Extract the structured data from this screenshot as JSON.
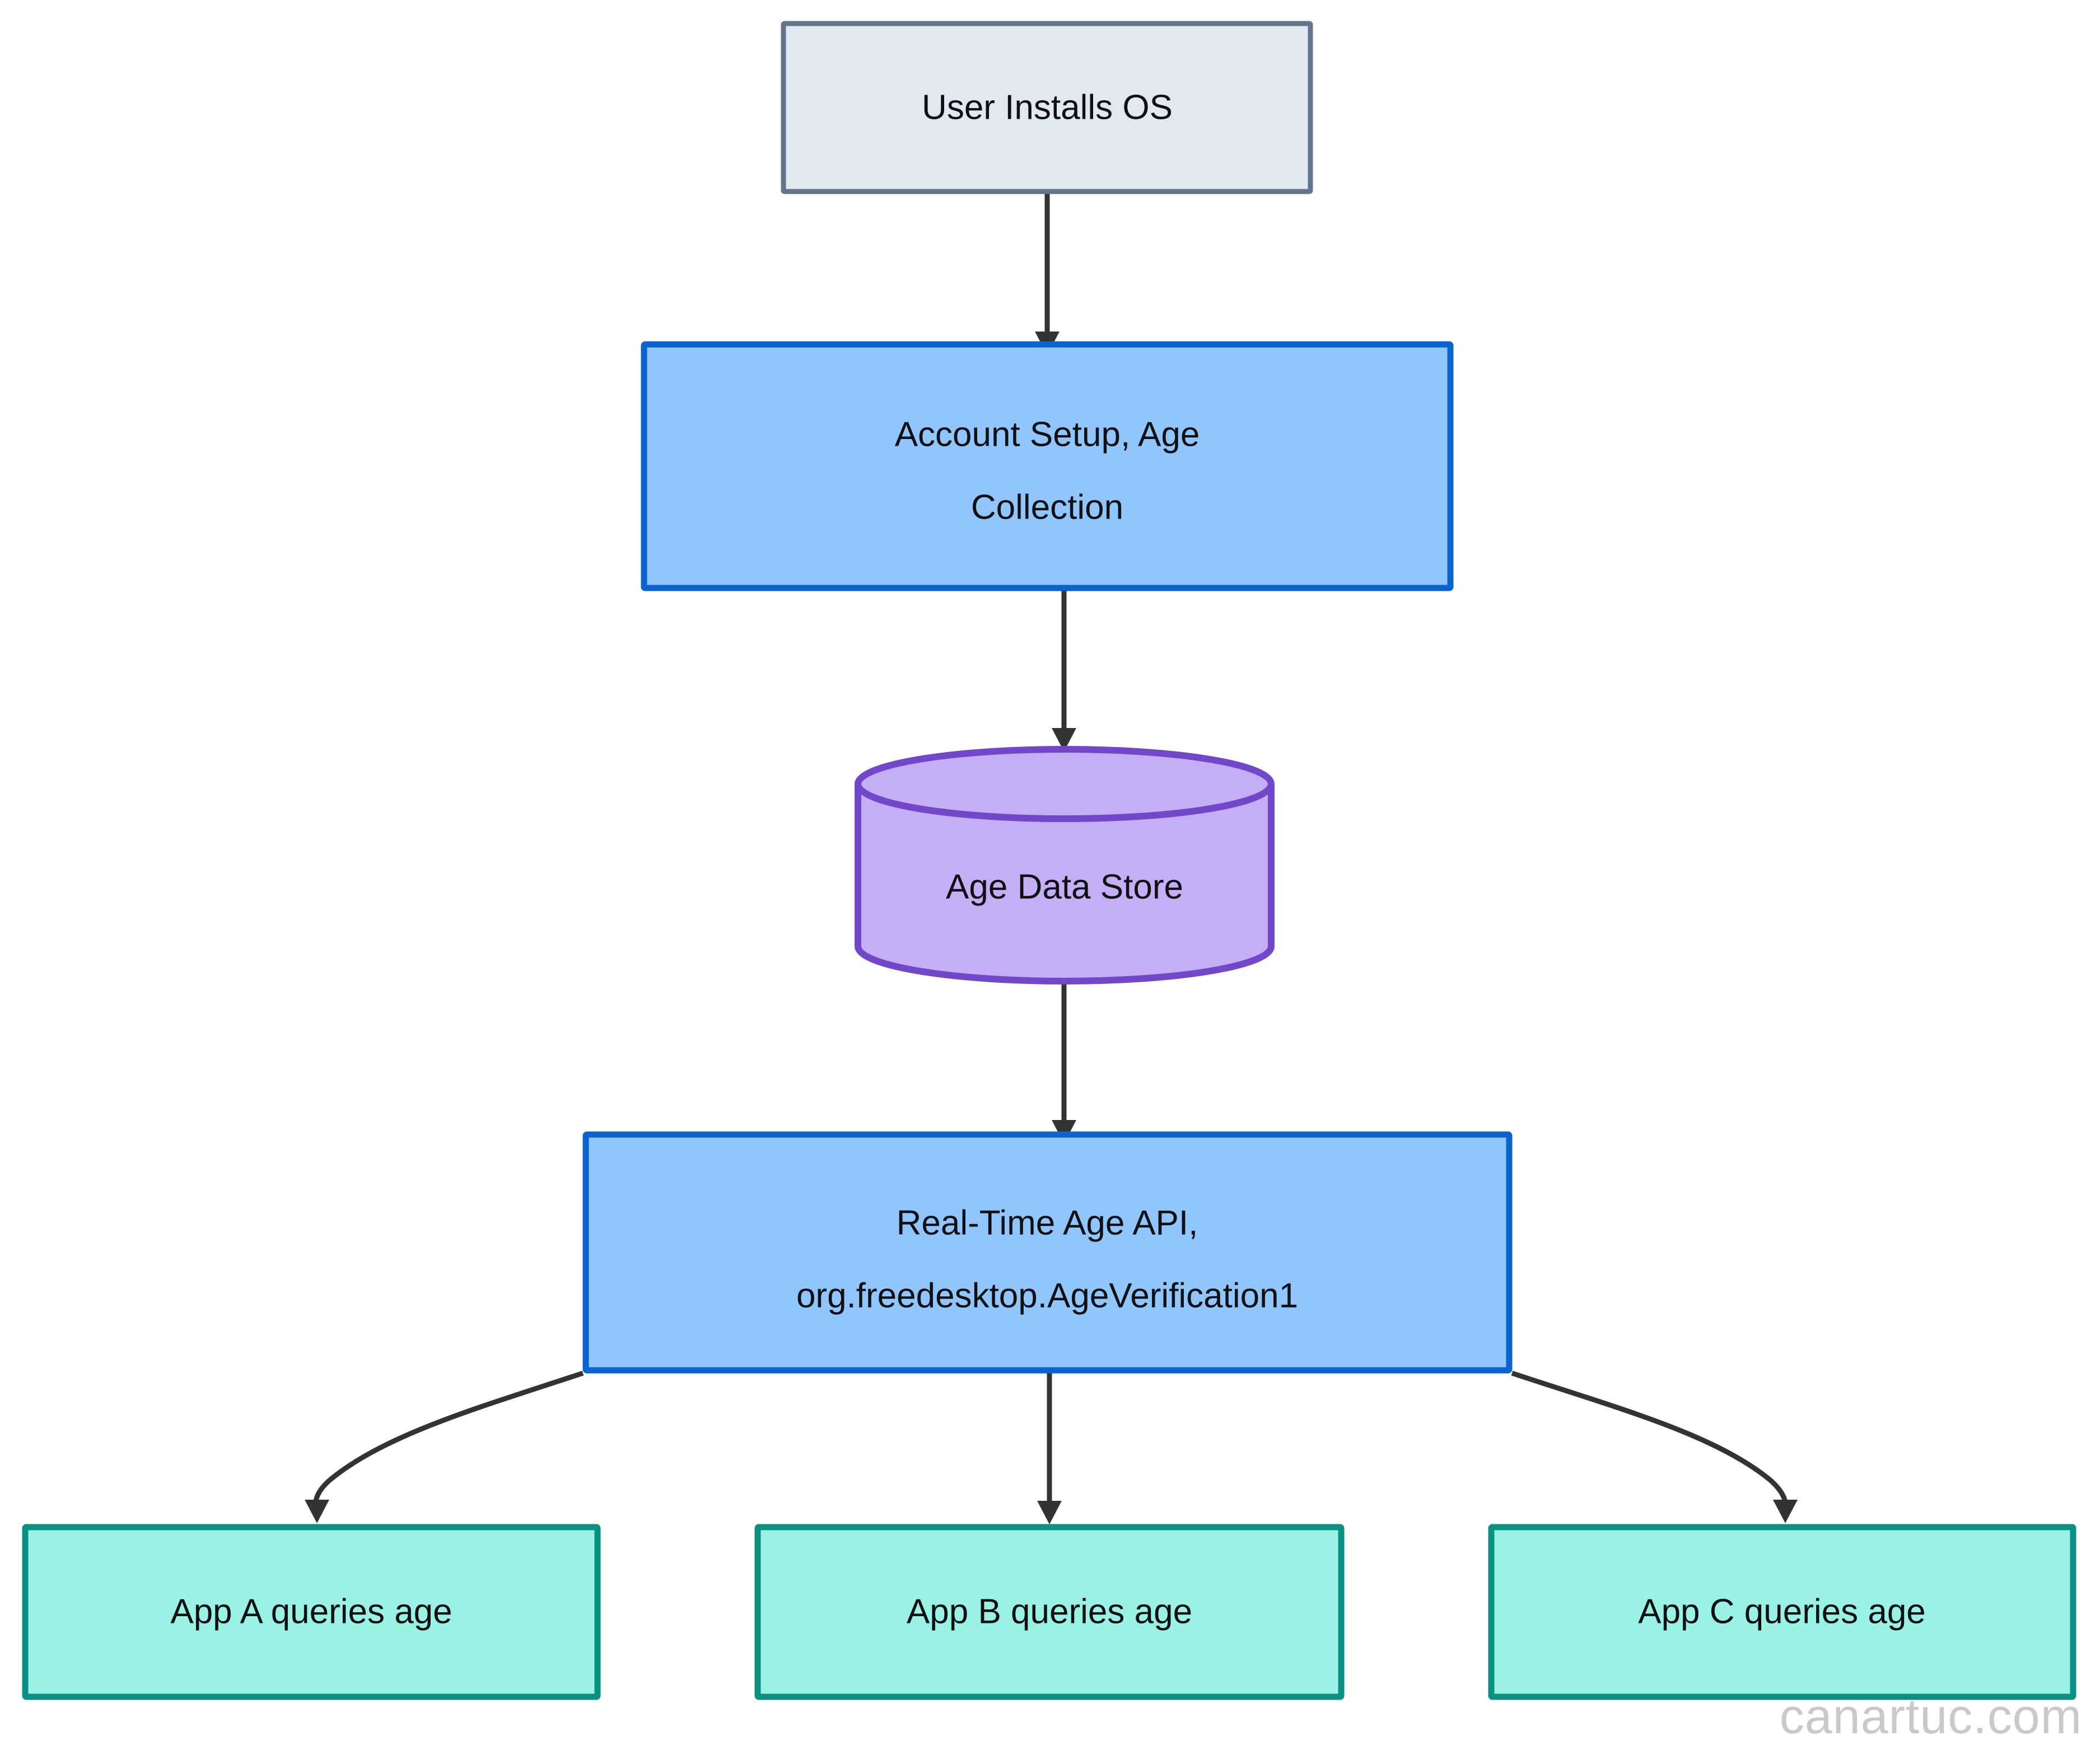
{
  "diagram": {
    "type": "flowchart",
    "direction": "top-down",
    "background_color": "#ffffff",
    "nodes": [
      {
        "id": "install",
        "label": "User Installs OS",
        "shape": "rectangle",
        "fill": "#e2e8f0",
        "stroke": "#64748b",
        "text_color": "#0f1012"
      },
      {
        "id": "account",
        "label_line1": "Account Setup, Age",
        "label_line2": "Collection",
        "shape": "rectangle",
        "fill": "#90c5fd",
        "stroke": "#0b63ce",
        "text_color": "#0f1012"
      },
      {
        "id": "store",
        "label": "Age Data Store",
        "shape": "cylinder",
        "fill": "#c4aef5",
        "stroke": "#7247c9",
        "text_color": "#0f1012"
      },
      {
        "id": "api",
        "label_line1": "Real-Time Age API,",
        "label_line2": "org.freedesktop.AgeVerification1",
        "shape": "rectangle",
        "fill": "#90c5fd",
        "stroke": "#0b63ce",
        "text_color": "#0f1012"
      },
      {
        "id": "appA",
        "label": "App A queries age",
        "shape": "rectangle",
        "fill": "#99f2e3",
        "stroke": "#0b9184",
        "text_color": "#0f1012"
      },
      {
        "id": "appB",
        "label": "App B queries age",
        "shape": "rectangle",
        "fill": "#99f2e3",
        "stroke": "#0b9184",
        "text_color": "#0f1012"
      },
      {
        "id": "appC",
        "label": "App C queries age",
        "shape": "rectangle",
        "fill": "#99f2e3",
        "stroke": "#0b9184",
        "text_color": "#0f1012"
      }
    ],
    "edges": [
      {
        "from": "install",
        "to": "account",
        "style": "straight-arrow",
        "color": "#333333"
      },
      {
        "from": "account",
        "to": "store",
        "style": "straight-arrow",
        "color": "#333333"
      },
      {
        "from": "store",
        "to": "api",
        "style": "straight-arrow",
        "color": "#333333"
      },
      {
        "from": "api",
        "to": "appA",
        "style": "curved-arrow",
        "color": "#333333"
      },
      {
        "from": "api",
        "to": "appB",
        "style": "straight-arrow",
        "color": "#333333"
      },
      {
        "from": "api",
        "to": "appC",
        "style": "curved-arrow",
        "color": "#333333"
      }
    ]
  },
  "watermark": {
    "text": "canartuc.com",
    "color": "#c9c9c9"
  }
}
